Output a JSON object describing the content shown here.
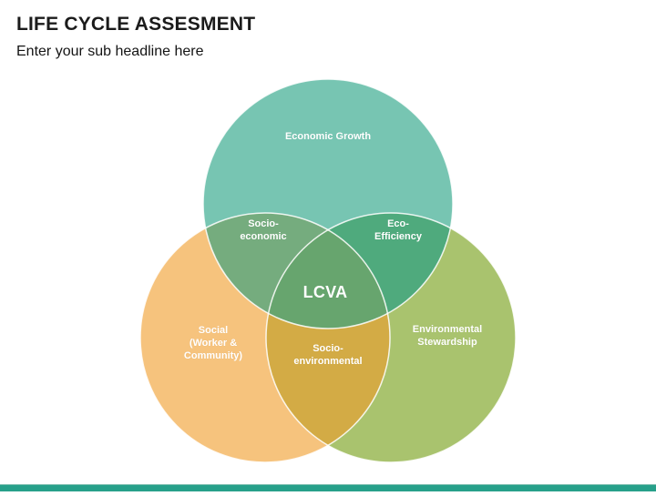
{
  "page": {
    "title": "LIFE CYCLE ASSESMENT",
    "subtitle": "Enter your sub headline here"
  },
  "diagram": {
    "type": "venn",
    "stroke_color": "#FFFFFF",
    "circles": [
      {
        "id": "economic-growth",
        "label": "Economic Growth",
        "color": "#77C5B2"
      },
      {
        "id": "social",
        "label": "Social\n(Worker &\nCommunity)",
        "color": "#F6C37D"
      },
      {
        "id": "environmental-stewardship",
        "label": "Environmental\nStewardship",
        "color": "#A9C36E"
      }
    ],
    "overlaps": [
      {
        "between": [
          "economic-growth",
          "social"
        ],
        "label": "Socio-\neconomic",
        "color": "#75AC7E"
      },
      {
        "between": [
          "economic-growth",
          "environmental-stewardship"
        ],
        "label": "Eco-\nEfficiency",
        "color": "#4FAA7D"
      },
      {
        "between": [
          "social",
          "environmental-stewardship"
        ],
        "label": "Socio-\nenvironmental",
        "color": "#D3AB45"
      },
      {
        "between": [
          "economic-growth",
          "social",
          "environmental-stewardship"
        ],
        "label": "LCVA",
        "color": "#67A56E"
      }
    ]
  },
  "footer": {
    "accent_color": "#27A08A"
  }
}
